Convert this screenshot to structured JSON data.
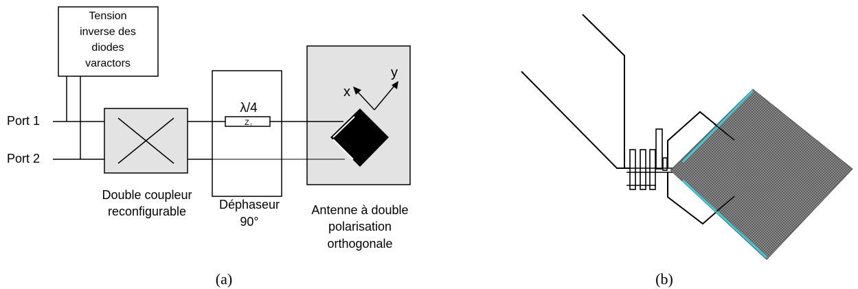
{
  "diagram_a": {
    "supply_box": {
      "line1": "Tension",
      "line2": "inverse des",
      "line3": "diodes",
      "line4": "varactors"
    },
    "port1": "Port 1",
    "port2": "Port 2",
    "coupler": {
      "line1": "Double coupleur",
      "line2": "reconfigurable"
    },
    "phase_shifter": {
      "label_top": "λ/4",
      "impedance": "Z",
      "impedance_sub": "1",
      "line1": "Déphaseur",
      "line2": "90°"
    },
    "antenna": {
      "axis_x": "x",
      "axis_y": "y",
      "line1": "Antenne à double",
      "line2": "polarisation",
      "line3": "orthogonale"
    },
    "caption": "(a)"
  },
  "diagram_b": {
    "caption": "(b)",
    "colors": {
      "patch": "#707070",
      "slot": "#3cc8d8",
      "line": "#000000"
    }
  }
}
